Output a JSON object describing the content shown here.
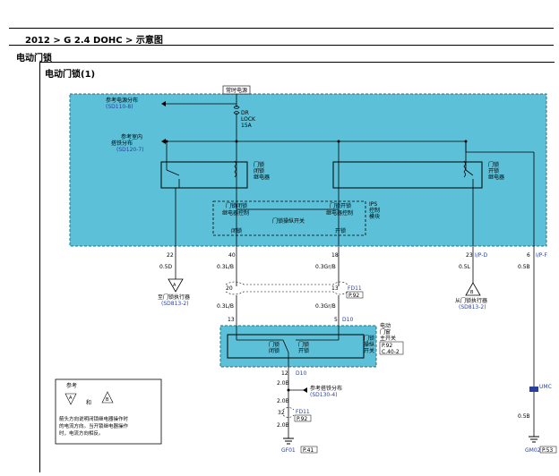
{
  "header": {
    "breadcrumb": "2012 > G 2.4 DOHC > 示意图",
    "section_title": "电动门锁",
    "diagram_title": "电动门锁(1)"
  },
  "diagram": {
    "power_label": "常时电源",
    "fuse": {
      "line1": "DR",
      "line2": "LOCK",
      "line3": "15A"
    },
    "ref_power": {
      "label": "参考电源分布",
      "code": "(SD110-8)"
    },
    "ref_ground_int": {
      "label1": "参考室内",
      "label2": "搭铁分布",
      "code": "(SD120-7)"
    },
    "relay_lock": {
      "l1": "门锁",
      "l2": "闭锁",
      "l3": "继电器"
    },
    "relay_unlock": {
      "l1": "门锁",
      "l2": "开锁",
      "l3": "继电器"
    },
    "ips": {
      "lock_ctrl1": "门锁闭锁",
      "lock_ctrl2": "继电器控制",
      "unlock_ctrl1": "门锁开锁",
      "unlock_ctrl2": "继电器控制",
      "side1": "IPS",
      "side2": "控制",
      "side3": "模块",
      "switch": "门锁操纵开关",
      "lock": "闭锁",
      "unlock": "开锁"
    },
    "pins": {
      "p22": "22",
      "p40": "40",
      "p18": "18",
      "p23": "23",
      "p6": "6",
      "ipd": "I/P-D",
      "ipf": "I/P-F"
    },
    "wires": {
      "w_05d": "0.5D",
      "w_03lb": "0.3L/B",
      "w_03grb": "0.3Gr/B",
      "w_05l": "0.5L",
      "w_05b": "0.5B",
      "w_05b_low": "0.5B",
      "w_03lb2": "0.3L/B",
      "w_03grb2": "0.3Gr/B",
      "w_20b1": "2.0B",
      "w_20b2": "2.0B",
      "w_20b3": "2.0B"
    },
    "actuator_a": {
      "letter": "A",
      "label": "至门锁执行器",
      "code": "(SD813-2)"
    },
    "actuator_b": {
      "letter": "B",
      "label": "从门锁执行器",
      "code": "(SD813-2)"
    },
    "fd11_top": {
      "p20": "20",
      "p13": "13",
      "conn": "FD11",
      "page": "P.92"
    },
    "d10_top": {
      "p13": "13",
      "p5": "5",
      "conn": "D10"
    },
    "door_switch": {
      "lock1": "门锁",
      "lock2": "闭锁",
      "unlock1": "门锁",
      "unlock2": "开锁",
      "s1": "门锁",
      "s2": "操纵",
      "s3": "开关",
      "o1": "电动",
      "o2": "门窗",
      "o3": "主开关",
      "ref1": "P.92",
      "ref2": "C.40-2"
    },
    "d10_bottom": {
      "p12": "12",
      "conn": "D10"
    },
    "ref_ground": {
      "label": "参考搭铁分布",
      "code": "(SD130-4)"
    },
    "fd11_bottom": {
      "p32": "32",
      "conn": "FD11",
      "page": "P.92"
    },
    "ground_gf01": {
      "name": "GF01",
      "page": "P.41"
    },
    "ground_gm02": {
      "name": "GM02",
      "page": "P.53"
    },
    "umc": "UMC",
    "note": {
      "title": "参考",
      "and": "和",
      "line1": "箭头方向说明闭锁继电器操作时",
      "line2": "的电流方向。当开锁继电器操作",
      "line3": "时，电流方向相反。",
      "a": "A",
      "b": "B"
    }
  }
}
